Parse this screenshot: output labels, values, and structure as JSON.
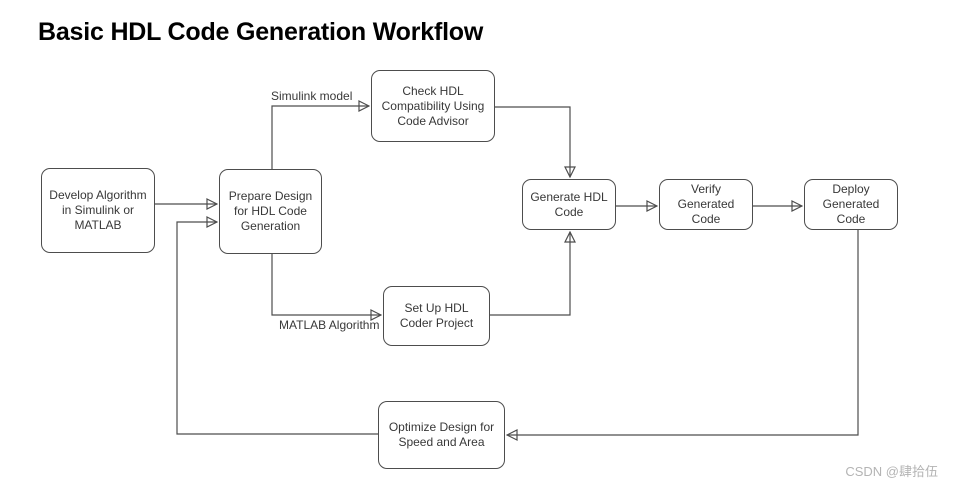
{
  "title": "Basic HDL Code Generation Workflow",
  "watermark": "CSDN @肆拾伍",
  "colors": {
    "background": "#ffffff",
    "node_fill": "#ffffff",
    "node_border": "#4d4d4d",
    "edge": "#4d4d4d",
    "node_text": "#383838",
    "title_text": "#000000",
    "watermark_text": "#b4b4b4"
  },
  "diagram": {
    "type": "flowchart",
    "nodes": [
      {
        "id": "develop",
        "label": "Develop Algorithm in Simulink or MATLAB"
      },
      {
        "id": "prepare",
        "label": "Prepare Design for HDL Code Generation"
      },
      {
        "id": "check",
        "label": "Check HDL Compatibility Using Code Advisor"
      },
      {
        "id": "setup",
        "label": "Set Up HDL Coder Project"
      },
      {
        "id": "generate",
        "label": "Generate HDL Code"
      },
      {
        "id": "verify",
        "label": "Verify Generated Code"
      },
      {
        "id": "deploy",
        "label": "Deploy Generated Code"
      },
      {
        "id": "optimize",
        "label": "Optimize Design for Speed and Area"
      }
    ],
    "edge_labels": [
      {
        "id": "simulink-model",
        "label": "Simulink model"
      },
      {
        "id": "matlab-algorithm",
        "label": "MATLAB Algorithm"
      }
    ],
    "edges": [
      {
        "from": "develop",
        "to": "prepare"
      },
      {
        "from": "optimize",
        "to": "prepare"
      },
      {
        "from": "prepare",
        "to": "check",
        "label": "Simulink model"
      },
      {
        "from": "check",
        "to": "generate"
      },
      {
        "from": "prepare",
        "to": "setup",
        "label": "MATLAB Algorithm"
      },
      {
        "from": "setup",
        "to": "generate"
      },
      {
        "from": "generate",
        "to": "verify"
      },
      {
        "from": "verify",
        "to": "deploy"
      },
      {
        "from": "deploy",
        "to": "optimize"
      }
    ]
  }
}
